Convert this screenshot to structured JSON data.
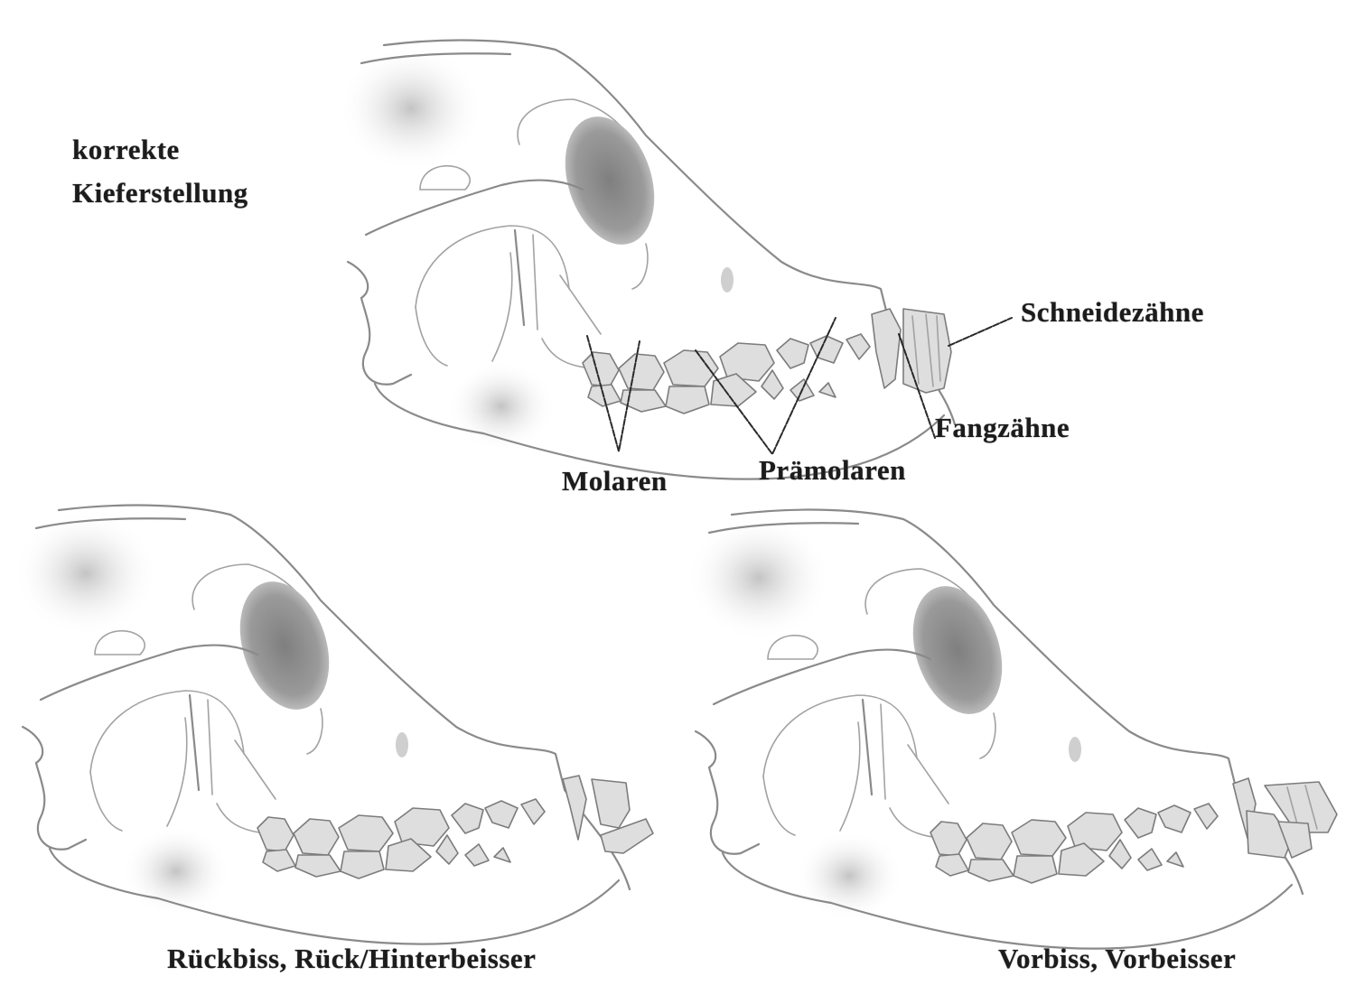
{
  "figure": {
    "topic": "Kieferstellung beim Hund",
    "panels": [
      {
        "id": "correct",
        "caption_lines": [
          "korrekte",
          "Kieferstellung"
        ],
        "bite": "normal"
      },
      {
        "id": "overshot",
        "caption": "Rückbiss, Rück/Hinterbeisser",
        "bite": "lower jaw set back"
      },
      {
        "id": "undershot",
        "caption": "Vorbiss, Vorbeisser",
        "bite": "lower jaw protruding"
      }
    ],
    "tooth_labels": {
      "incisors": "Schneidezähne",
      "canines": "Fangzähne",
      "molars": "Molaren",
      "premolars": "Prämolaren"
    },
    "colors": {
      "background": "#ffffff",
      "line": "#8a8a8a",
      "tooth_fill": "#dedede",
      "orbit_shade": "#8e8e8e",
      "text": "#1c1c1c"
    }
  }
}
